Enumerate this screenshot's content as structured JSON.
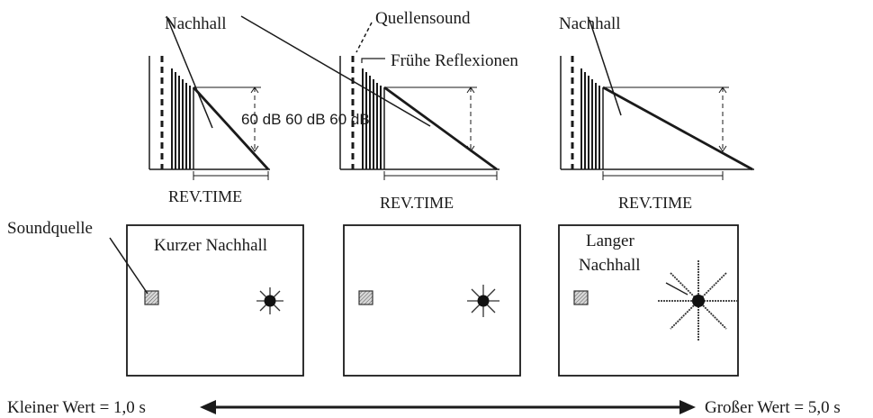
{
  "labels": {
    "nachhall_left": "Nachhall",
    "quellensound": "Quellensound",
    "fruehe_reflexionen": "Frühe Reflexionen",
    "nachhall_right": "Nachhall",
    "db_label": "60 dB 60 dB 60 dB",
    "rev_time_left": "REV.TIME",
    "rev_time_middle": "REV.TIME",
    "rev_time_right": "REV.TIME",
    "soundquelle": "Soundquelle",
    "kurzer_nachhall": "Kurzer Nachhall",
    "langer_line1": "Langer",
    "langer_line2": "Nachhall",
    "kleiner_wert": "Kleiner Wert = 1,0 s",
    "grosser_wert": "Großer Wert = 5,0 s"
  },
  "colors": {
    "ink": "#1a1a1a",
    "source_fill": "#bdbdbd"
  }
}
